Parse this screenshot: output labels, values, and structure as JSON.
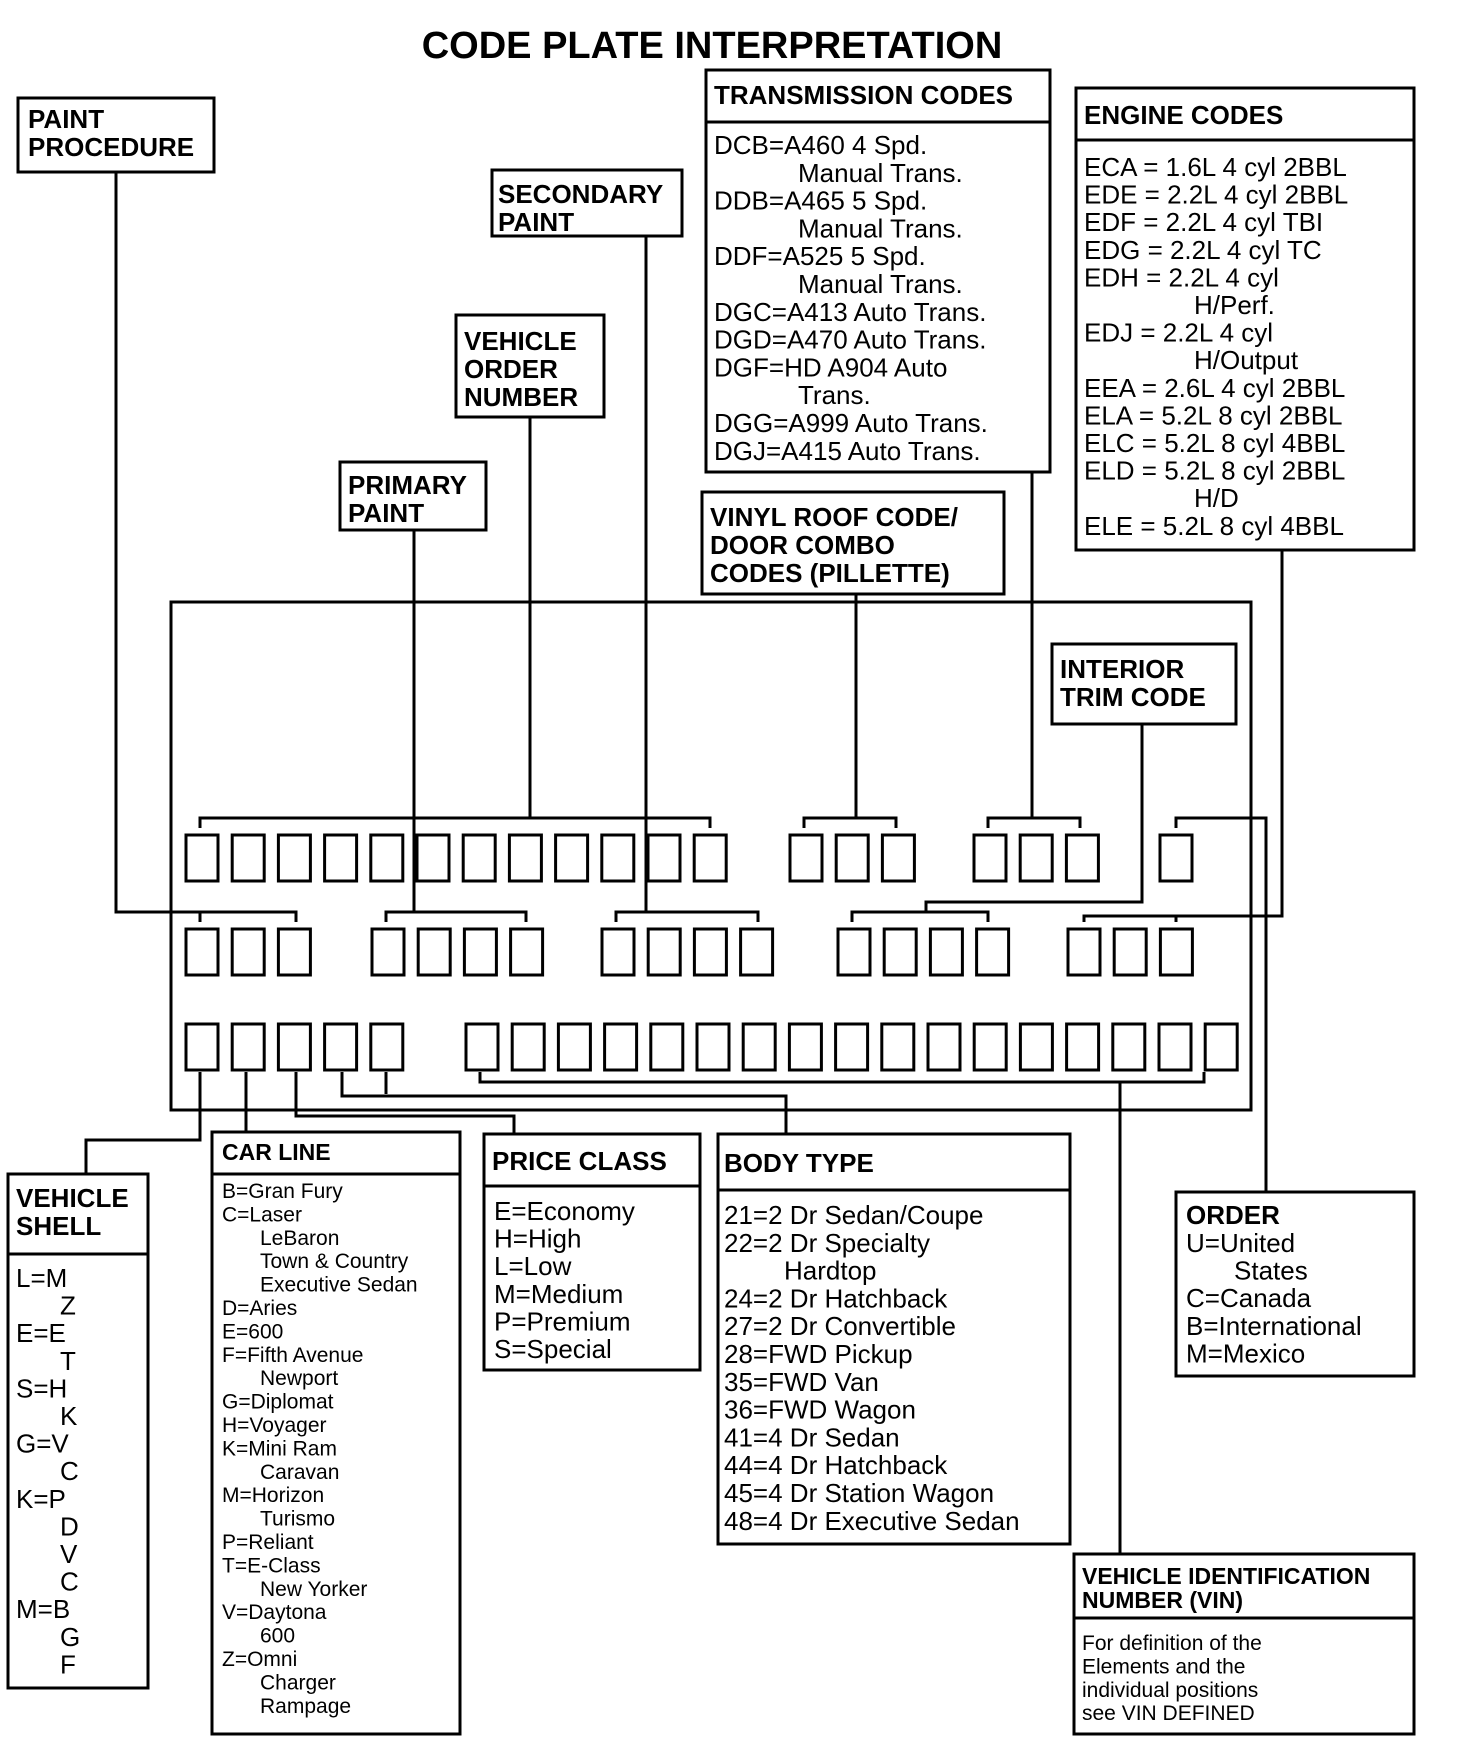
{
  "title": "CODE PLATE INTERPRETATION",
  "colors": {
    "ink": "#000000",
    "paper": "#ffffff"
  },
  "paint_procedure": {
    "title": [
      "PAINT",
      "PROCEDURE"
    ]
  },
  "secondary_paint": {
    "title": [
      "SECONDARY",
      "PAINT"
    ]
  },
  "vehicle_order_number": {
    "title": [
      "VEHICLE",
      "ORDER",
      "NUMBER"
    ]
  },
  "primary_paint": {
    "title": [
      "PRIMARY",
      "PAINT"
    ]
  },
  "transmission_codes": {
    "title": "TRANSMISSION CODES",
    "lines": [
      "DCB=A460 4 Spd.",
      "Manual Trans.",
      "DDB=A465 5 Spd.",
      "Manual Trans.",
      "DDF=A525 5 Spd.",
      "Manual Trans.",
      "DGC=A413 Auto Trans.",
      "DGD=A470 Auto Trans.",
      "DGF=HD A904 Auto",
      "Trans.",
      "DGG=A999 Auto Trans.",
      "DGJ=A415 Auto Trans."
    ]
  },
  "engine_codes": {
    "title": "ENGINE CODES",
    "lines": [
      "ECA = 1.6L 4 cyl 2BBL",
      "EDE = 2.2L 4 cyl 2BBL",
      "EDF = 2.2L 4 cyl TBI",
      "EDG = 2.2L 4 cyl TC",
      "EDH = 2.2L 4 cyl",
      "H/Perf.",
      "EDJ = 2.2L 4 cyl",
      "H/Output",
      "EEA = 2.6L 4 cyl 2BBL",
      "ELA = 5.2L 8 cyl 2BBL",
      "ELC = 5.2L 8 cyl 4BBL",
      "ELD = 5.2L 8 cyl 2BBL",
      "H/D",
      "ELE = 5.2L 8 cyl 4BBL"
    ]
  },
  "vinyl_roof": {
    "title": [
      "VINYL ROOF CODE/",
      "DOOR COMBO",
      "CODES (PILLETTE)"
    ]
  },
  "interior_trim": {
    "title": [
      "INTERIOR",
      "TRIM CODE"
    ]
  },
  "vehicle_shell": {
    "title": [
      "VEHICLE",
      "SHELL"
    ],
    "lines": [
      "L=M",
      "Z",
      "E=E",
      "T",
      "S=H",
      "K",
      "G=V",
      "C",
      "K=P",
      "D",
      "V",
      "C",
      "M=B",
      "G",
      "F"
    ]
  },
  "car_line": {
    "title": "CAR LINE",
    "lines": [
      "B=Gran Fury",
      "C=Laser",
      "LeBaron",
      "Town & Country",
      "Executive Sedan",
      "D=Aries",
      "E=600",
      "F=Fifth Avenue",
      "Newport",
      "G=Diplomat",
      "H=Voyager",
      "K=Mini Ram",
      "Caravan",
      "M=Horizon",
      "Turismo",
      "P=Reliant",
      "T=E-Class",
      "New Yorker",
      "V=Daytona",
      "600",
      "Z=Omni",
      "Charger",
      "Rampage"
    ]
  },
  "price_class": {
    "title": "PRICE CLASS",
    "lines": [
      "E=Economy",
      "H=High",
      "L=Low",
      "M=Medium",
      "P=Premium",
      "S=Special"
    ]
  },
  "body_type": {
    "title": "BODY TYPE",
    "lines": [
      "21=2 Dr Sedan/Coupe",
      "22=2 Dr Specialty",
      "Hardtop",
      "24=2 Dr Hatchback",
      "27=2 Dr Convertible",
      "28=FWD Pickup",
      "35=FWD Van",
      "36=FWD Wagon",
      "41=4 Dr Sedan",
      "44=4 Dr Hatchback",
      "45=4 Dr Station Wagon",
      "48=4 Dr Executive Sedan"
    ]
  },
  "order": {
    "title": "ORDER",
    "lines": [
      "U=United",
      "States",
      "C=Canada",
      "B=International",
      "M=Mexico"
    ]
  },
  "vin": {
    "title": [
      "VEHICLE IDENTIFICATION",
      "NUMBER (VIN)"
    ],
    "lines": [
      "For definition of the",
      "Elements and the",
      "individual positions",
      "see VIN DEFINED"
    ]
  }
}
